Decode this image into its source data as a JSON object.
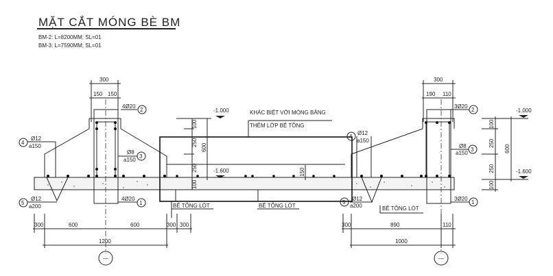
{
  "title": "MẶT CẮT MÓNG BÈ BM",
  "notes": [
    "BM-2: L=8200MM; SL=01",
    "BM-3: L=7590MM; SL=01"
  ],
  "left_section": {
    "top_dim_total": "300",
    "top_dim_parts": [
      "150",
      "150"
    ],
    "bar2": "4Ø20",
    "bar2_mark": "2",
    "bar1": "4Ø20",
    "bar1_mark": "1",
    "bar3": [
      "Ø8",
      "a150"
    ],
    "bar3_mark": "3",
    "bar4": [
      "Ø12",
      "a150"
    ],
    "bar4_mark": "4",
    "bar5": [
      "Ø12",
      "a200"
    ],
    "bar5_mark": "5",
    "bottom_dims": [
      "300",
      "600",
      "600",
      "300"
    ],
    "bottom_total": "1200",
    "axis_label": "—"
  },
  "middle_section": {
    "note_line1": "KHÁC BIỆT VỚI MÓNG BĂNG",
    "note_line2": "THÊM LỚP BÊ TÔNG",
    "level_top": "-1.000",
    "level_bottom": "-1.600",
    "vert_dims": [
      "100",
      "250",
      "250",
      "100"
    ],
    "vert_total": "600",
    "slab_dim": "150",
    "lean_concrete_labels": [
      "BÊ TÔNG LÓT",
      "BÊ TÔNG LÓT"
    ],
    "bottom_dim": "300"
  },
  "right_section": {
    "top_dim_total": "300",
    "top_dim_parts": [
      "190",
      "110"
    ],
    "bar2": "3Ø20",
    "bar2_mark": "2",
    "bar1": "3Ø20",
    "bar1_mark": "1",
    "bar3": [
      "Ø8",
      "a150"
    ],
    "bar3_mark": "3",
    "bar4": [
      "Ø12",
      "a150"
    ],
    "bar4_mark": "4",
    "bar5": [
      "Ø12",
      "a200"
    ],
    "bar5_mark": "5",
    "lean_concrete_label": "BÊ TÔNG LÓT",
    "bottom_dims": [
      "300",
      "890",
      "110"
    ],
    "bottom_total": "1000",
    "axis_label": "—",
    "level_top": "-1.000",
    "level_bottom": "-1.600",
    "vert_dims": [
      "100",
      "250",
      "250",
      "100"
    ],
    "vert_total": "600"
  }
}
